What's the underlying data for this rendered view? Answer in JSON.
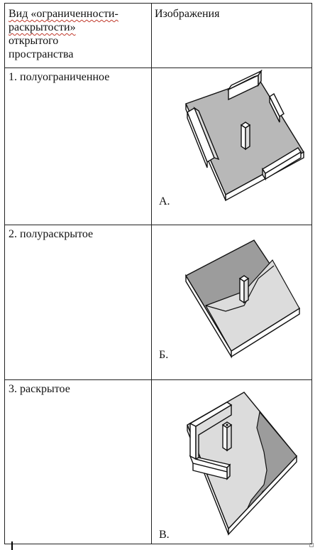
{
  "table": {
    "header": {
      "col1_line1": "Вид «ограниченности-",
      "col1_line2": "раскрытости»",
      "col1_line3": "открытого",
      "col1_line4": "пространства",
      "col2": "Изображения"
    },
    "rows": [
      {
        "label": "1. полуограниченное",
        "figure_letter": "А."
      },
      {
        "label": "2. полураскрытое",
        "figure_letter": "Б."
      },
      {
        "label": "3. раскрытое",
        "figure_letter": "В."
      }
    ]
  },
  "colors": {
    "line": "#222222",
    "plate_top": "#b8b8b8",
    "plate_side": "#ffffff",
    "shade_dark": "#9c9c9c",
    "shade_light": "#dcdcdc"
  }
}
